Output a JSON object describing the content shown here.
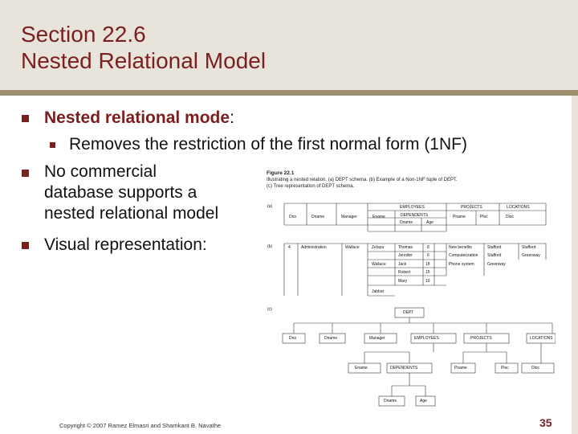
{
  "slide": {
    "title_line1": "Section 22.6",
    "title_line2": "Nested Relational Model",
    "bullets": {
      "b1_label": "Nested relational mode",
      "b1_colon": ":",
      "b1_sub": "Removes the restriction of the first normal form (1NF)",
      "b2_line1": "No commercial",
      "b2_line2": "database supports a",
      "b2_line3": "nested relational model",
      "b3": "Visual representation:"
    },
    "footer": "Copyright © 2007 Ramez Elmasri and Shamkant B. Navathe",
    "page_number": "35"
  },
  "figure": {
    "caption_title": "Figure 22.1",
    "caption_line1": "Illustrating a nested relation. (a) DEPT schema. (b) Example of a Non-1NF tuple of DEPT.",
    "caption_line2": "(c) Tree representation of DEPT schema.",
    "part_a": "(a)",
    "part_b": "(b)",
    "part_c": "(c)",
    "schema": {
      "group_employees": "EMPLOYEES",
      "group_projects": "PROJECTS",
      "group_locations": "LOCATIONS",
      "col_dno": "Dno",
      "col_dname": "Dname",
      "col_manager": "Manager",
      "col_ename": "Ename",
      "col_dependents": "DEPENDENTS",
      "col_pname": "Pname",
      "col_ploc": "Ploc",
      "col_dloc": "Dloc",
      "col_dname2": "Dname",
      "col_age": "Age"
    },
    "tuple": {
      "dno": "4",
      "dname": "Administration",
      "manager": "Wallace",
      "enames": [
        "Zelaya",
        "Wallace",
        "",
        "",
        "",
        "Jabbar"
      ],
      "dependents": [
        {
          "name": "Thomas",
          "age": "8"
        },
        {
          "name": "Jennifer",
          "age": "6"
        },
        {
          "name": "Jack",
          "age": "18"
        },
        {
          "name": "Robert",
          "age": "15"
        },
        {
          "name": "Mary",
          "age": "10"
        }
      ],
      "projects": [
        {
          "pname": "New benefits",
          "ploc": "Stafford"
        },
        {
          "pname": "Computerization",
          "ploc": "Stafford"
        },
        {
          "pname": "Phone system",
          "ploc": "Greenway"
        }
      ],
      "locations": [
        "Stafford",
        "Greenway"
      ]
    },
    "tree": {
      "root": "DEPT",
      "level1": [
        "Dno",
        "Dname",
        "Manager",
        "EMPLOYEES",
        "PROJECTS",
        "LOCATIONS"
      ],
      "employees_children": [
        "Ename",
        "DEPENDENTS"
      ],
      "projects_children": [
        "Pname",
        "Ploc"
      ],
      "locations_children": [
        "Dloc"
      ],
      "dependents_children": [
        "Dname",
        "Age"
      ]
    }
  }
}
